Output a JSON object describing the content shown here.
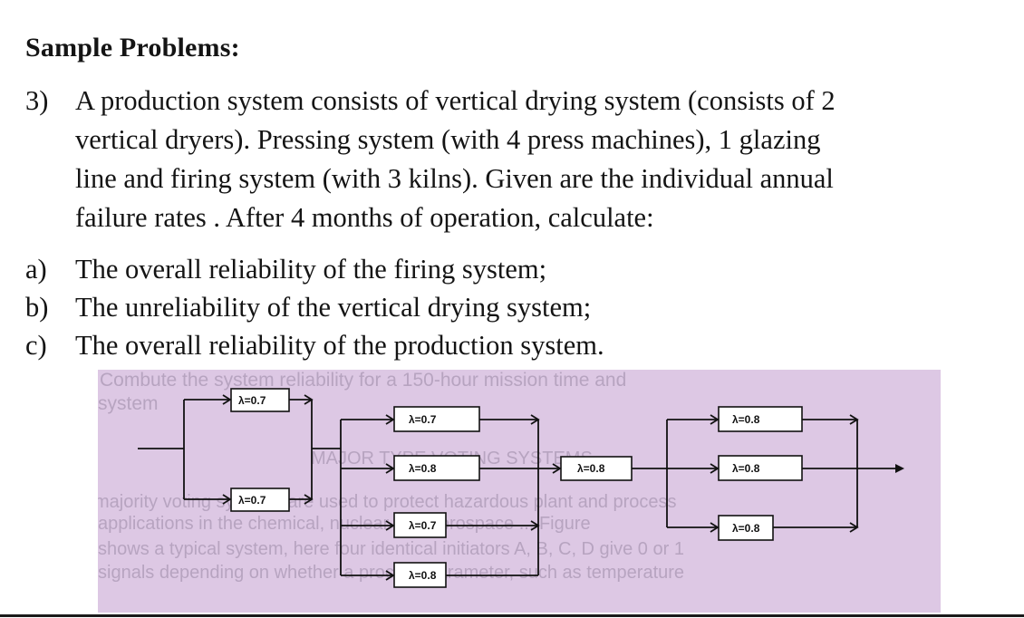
{
  "heading": "Sample Problems:",
  "problem": {
    "number": "3)",
    "lines": [
      "A production system consists of vertical drying system (consists of 2",
      "vertical dryers). Pressing system (with 4 press machines), 1 glazing",
      "line and firing system (with 3 kilns).  Given are the individual annual",
      "failure rates .  After 4 months of operation, calculate:"
    ]
  },
  "items": [
    {
      "label": "a)",
      "text": "The overall reliability of the firing system;"
    },
    {
      "label": "b)",
      "text": "The unreliability of the vertical drying system;"
    },
    {
      "label": "c)",
      "text": "The overall reliability of the production system."
    }
  ],
  "diagram": {
    "drying_blocks": [
      "λ=0.7",
      "λ=0.7"
    ],
    "pressing_blocks": [
      "λ=0.7",
      "λ=0.8",
      "λ=0.7",
      "λ=0.8"
    ],
    "glazing_block": "λ=0.8",
    "firing_blocks": [
      "λ=0.8",
      "λ=0.8",
      "λ=0.8"
    ],
    "background_text": [
      "Combute the system reliability for a 150-hour mission time and",
      "system",
      "MAJOR TYPE VOTING SYSTEMS",
      "majority voting systems are used to protect hazardous plant and process",
      "applications in the chemical, nuclear and aerospace ... Figure",
      "shows a typical system, here four identical initiators A, B, C, D give 0 or 1",
      "signals depending on whether a process parameter, such as temperature"
    ]
  }
}
